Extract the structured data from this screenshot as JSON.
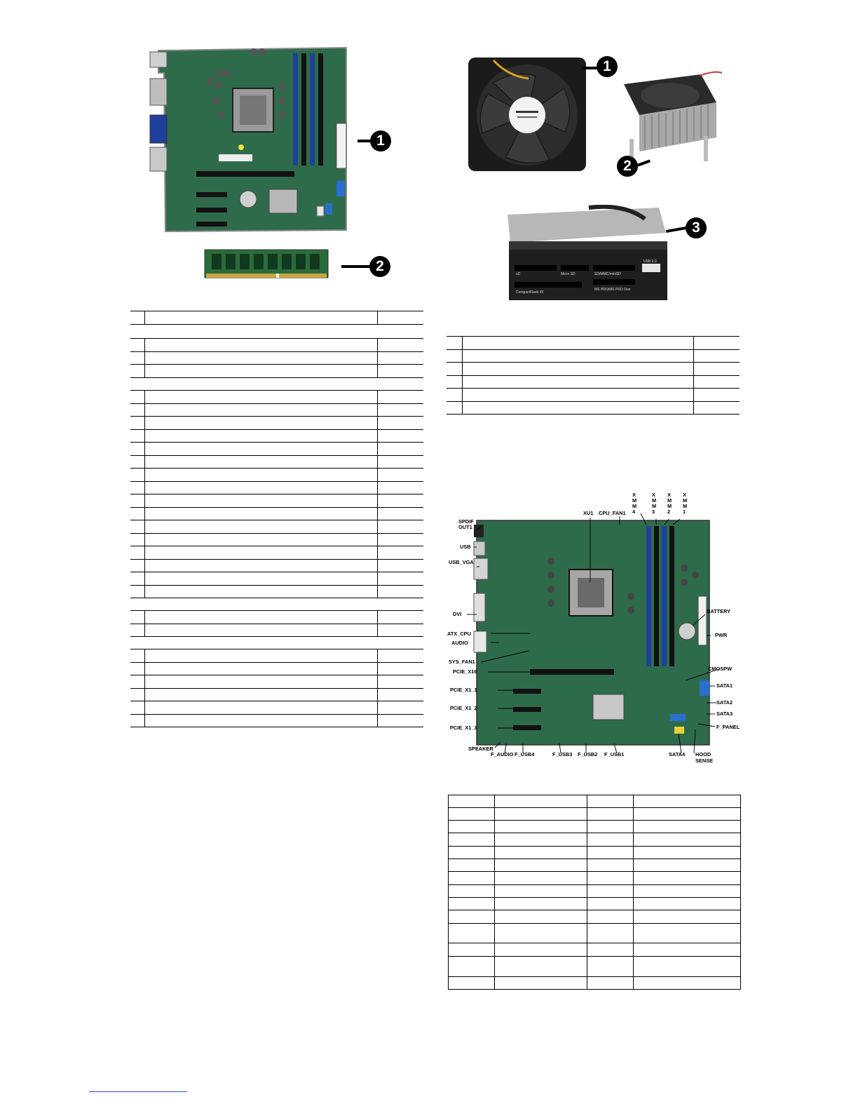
{
  "figure_left": {
    "callouts": [
      "1",
      "2"
    ],
    "icons": [
      "motherboard-photo",
      "memory-module-photo"
    ]
  },
  "figure_right": {
    "callouts": [
      "1",
      "2",
      "3"
    ],
    "icons": [
      "case-fan-photo",
      "heatsink-fan-photo",
      "media-card-reader-photo"
    ],
    "reader_labels": [
      "xD",
      "Micro SD",
      "SD/MMC/miniSD",
      "USB 2.0",
      "CompactFlash I/II",
      "MS PRO/MS PRO Duo"
    ]
  },
  "board_diagram": {
    "labels": {
      "xmm4": "XMM4",
      "xmm3": "XMM3",
      "xmm2": "XMM2",
      "xmm1": "XMM1",
      "xu1": "XU1",
      "cpu_fan1": "CPU_FAN1",
      "spdif": "SPDIF",
      "out1": "OUT1",
      "usb": "USB",
      "usb_vga": "USB_VGA",
      "dvi": "DVI",
      "atx_cpu": "ATX_CPU",
      "audio": "AUDIO",
      "sys_fan1": "SYS_FAN1",
      "pcie_x16": "PCIE_X16",
      "pcie_x1_1": "PCIE_X1_1",
      "pcie_x1_2": "PCIE_X1_2",
      "pcie_x1_3": "PCIE_X1_3",
      "speaker": "SPEAKER",
      "f_audio": "F_AUDIO",
      "f_usb4": "F_USB4",
      "f_usb3": "F_USB3",
      "f_usb2": "F_USB2",
      "f_usb1": "F_USB1",
      "battery": "BATTERY",
      "pwr": "PWR",
      "cmospw": "CMOSPW",
      "sata1": "SATA1",
      "sata2": "SATA2",
      "sata3": "SATA3",
      "f_panel": "F_PANEL",
      "sata4": "SATA4",
      "hood": "HOOD",
      "sense": "SENSE"
    }
  },
  "colors": {
    "pcb_green": "#2e6b4b",
    "dimm_blue": "#1e3f9a",
    "sata_blue": "#2a6fd0",
    "link_blue": "#3355cc"
  }
}
